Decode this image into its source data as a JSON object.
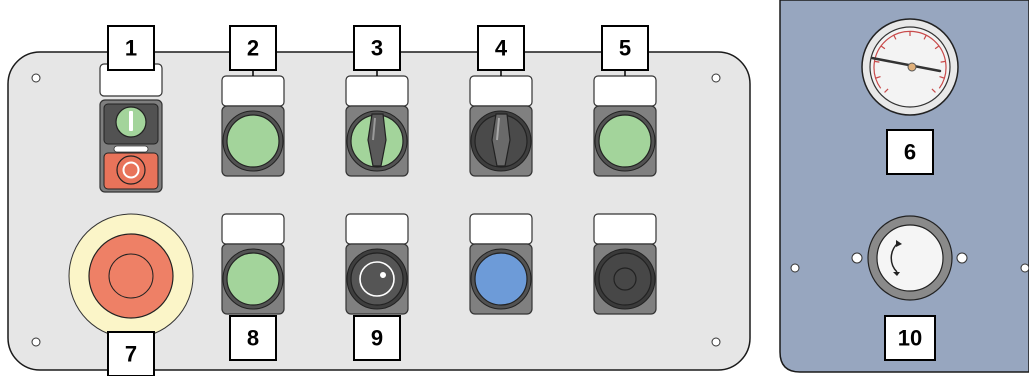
{
  "colors": {
    "panel_fill": "#e6e6e6",
    "panel_stroke": "#1a1a1a",
    "side_panel_fill": "#97a6bf",
    "green_button": "#a3d49b",
    "red_button": "#e8735a",
    "blue_button": "#6d9bd8",
    "dark_button": "#454545",
    "housing": "#808080",
    "bezel_dark": "#525252",
    "estop_ring": "#fbf5c8",
    "estop_red": "#ee8066",
    "gauge_face": "#f3f3f3",
    "label_plate": "#ffffff"
  },
  "callouts": [
    {
      "id": "c1",
      "text": "1"
    },
    {
      "id": "c2",
      "text": "2"
    },
    {
      "id": "c3",
      "text": "3"
    },
    {
      "id": "c4",
      "text": "4"
    },
    {
      "id": "c5",
      "text": "5"
    },
    {
      "id": "c6",
      "text": "6"
    },
    {
      "id": "c7",
      "text": "7"
    },
    {
      "id": "c8",
      "text": "8"
    },
    {
      "id": "c9",
      "text": "9"
    },
    {
      "id": "c10",
      "text": "10"
    }
  ],
  "start_stop_station": {
    "on_symbol": "I",
    "off_symbol": "O"
  }
}
